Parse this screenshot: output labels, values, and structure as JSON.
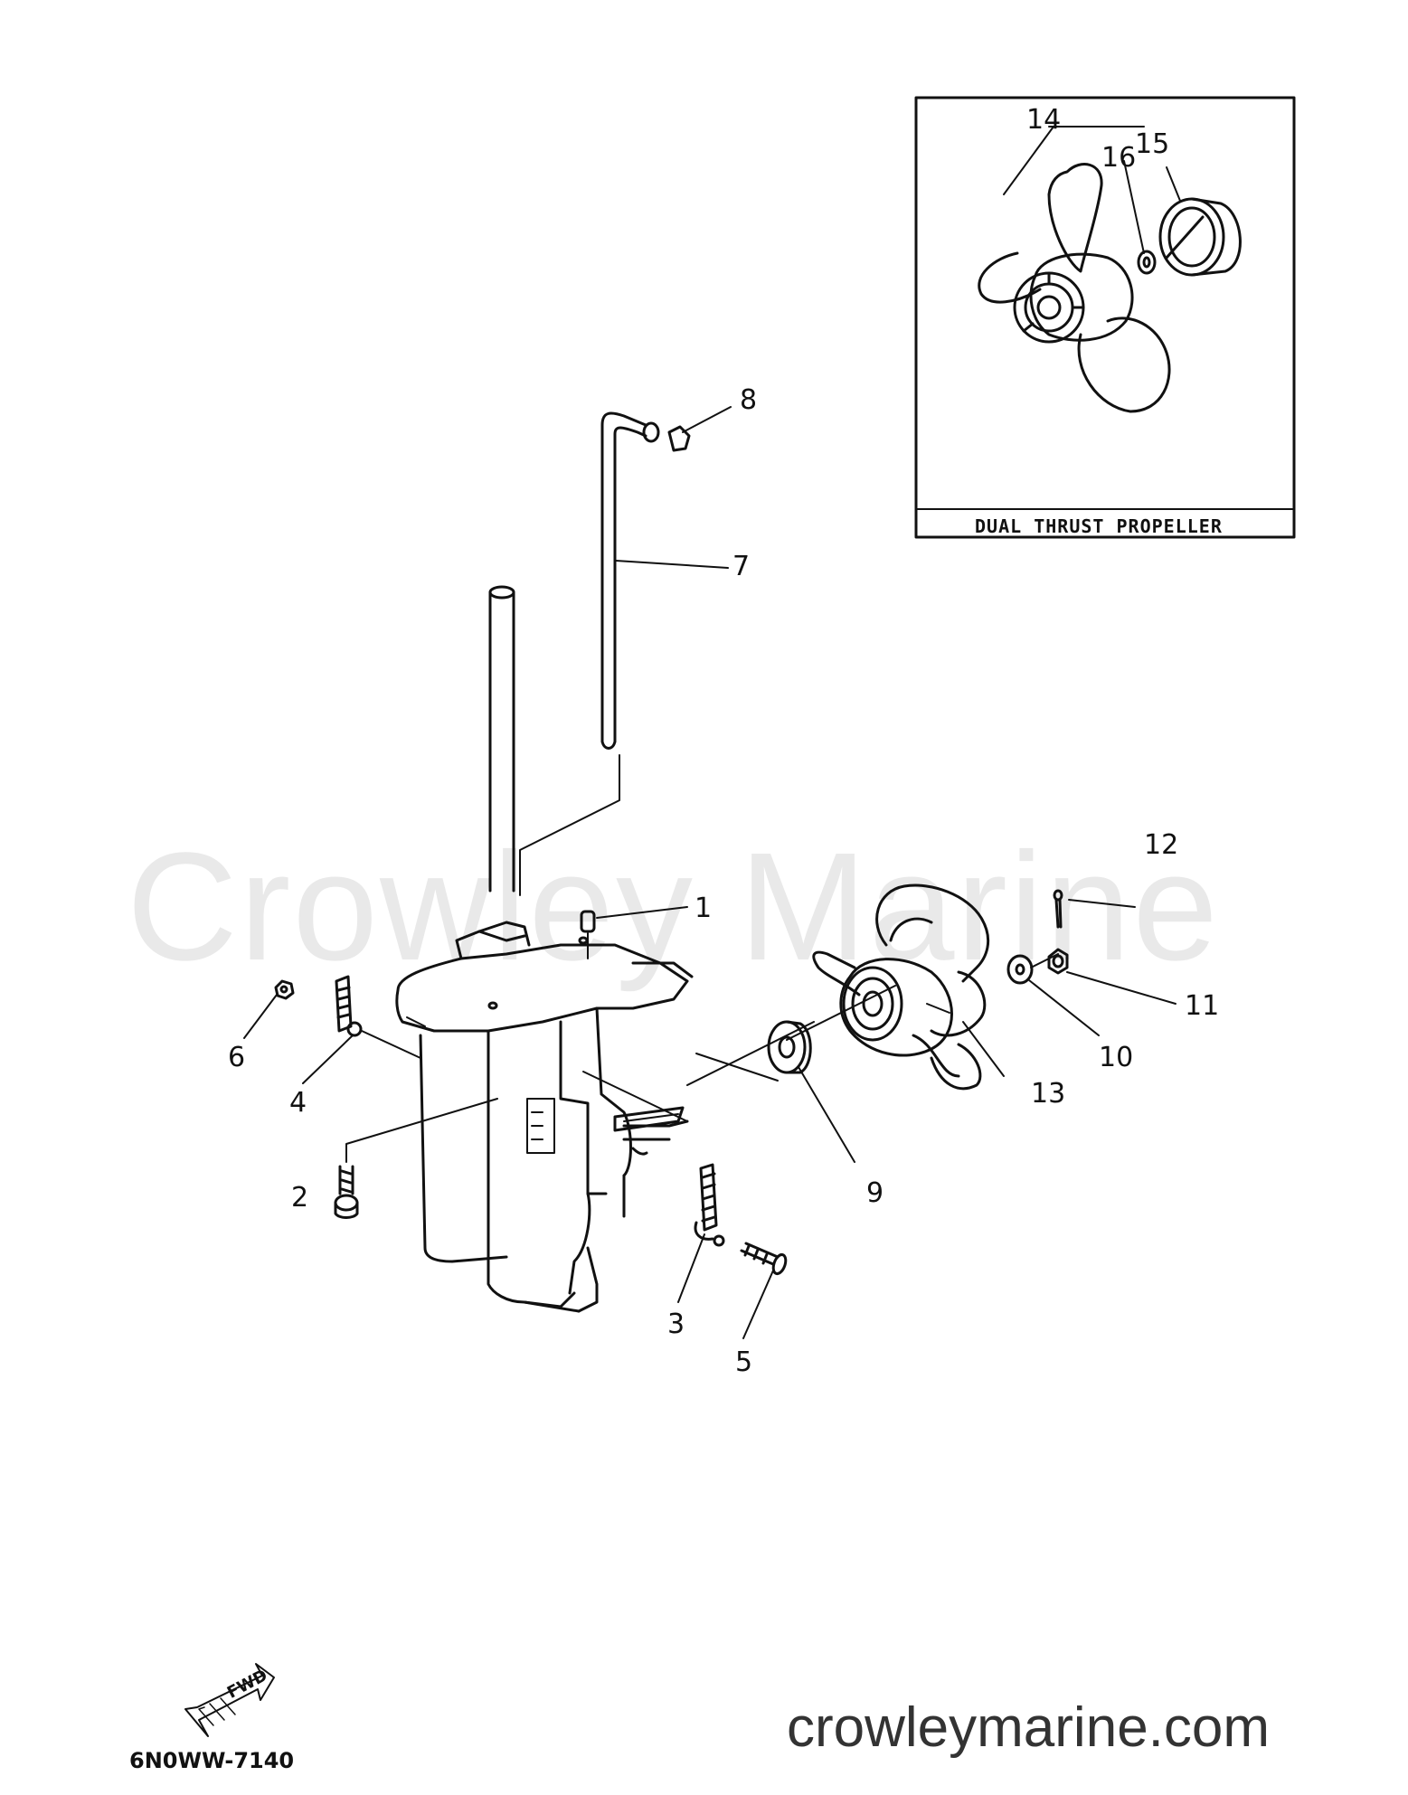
{
  "watermark": "Crowley Marine",
  "site_url": "crowleymarine.com",
  "diagram_code": "6N0WW-7140",
  "fwd_label": "FWD",
  "inset_caption": "DUAL THRUST PROPELLER",
  "callouts": {
    "c1": "1",
    "c2": "2",
    "c3": "3",
    "c4": "4",
    "c5": "5",
    "c6": "6",
    "c7": "7",
    "c8": "8",
    "c9": "9",
    "c10": "10",
    "c11": "11",
    "c12": "12",
    "c13": "13",
    "c14": "14",
    "c15": "15",
    "c16": "16"
  }
}
